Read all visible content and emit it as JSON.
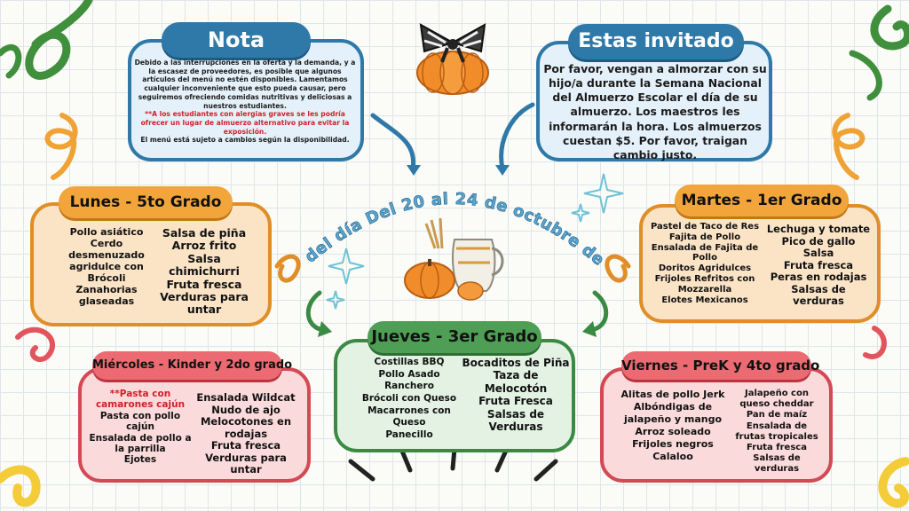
{
  "nota": {
    "title": "Nota",
    "body": "Debido a las interrupciones en la oferta y la demanda, y a la escasez de proveedores, es posible que algunos artículos del menú no estén disponibles. Lamentamos cualquier inconveniente que esto pueda causar, pero seguiremos ofreciendo comidas nutritivas y deliciosas a nuestros estudiantes.",
    "allergy": "**A los estudiantes con alergias graves se les podría ofrecer un lugar de almuerzo alternativo para evitar la exposición.",
    "footer": "El menú está sujeto a cambios según la disponibilidad."
  },
  "invitado": {
    "title": "Estas invitado",
    "body": "Por favor, vengan a almorzar con su hijo/a durante la Semana Nacional del Almuerzo Escolar el día de su almuerzo. Los maestros les informarán la hora. Los almuerzos cuestan $5. Por favor, traigan cambio justo."
  },
  "menu_title": "Menú del día Del 20 al 24 de octubre de 2025",
  "lunes": {
    "title": "Lunes - 5to Grado",
    "left": [
      "Pollo asiático",
      "Cerdo",
      "desmenuzado",
      "agridulce con",
      "Brócoli",
      "Zanahorias",
      "glaseadas"
    ],
    "right": [
      "Salsa de piña",
      "Arroz frito",
      "Salsa",
      "chimichurri",
      "Fruta fresca",
      "Verduras para",
      "untar"
    ]
  },
  "martes": {
    "title": "Martes - 1er Grado",
    "left": [
      "Pastel de Taco de Res",
      "Fajita de Pollo",
      "Ensalada de Fajita de",
      "Pollo",
      "Doritos Agridulces",
      "Frijoles Refritos con",
      "Mozzarella",
      "Elotes Mexicanos"
    ],
    "right": [
      "Lechuga y tomate",
      "Pico de gallo",
      "Salsa",
      "Fruta fresca",
      "Peras en rodajas",
      "Salsas de",
      "verduras"
    ]
  },
  "miercoles": {
    "title": "Miércoles - Kinder y 2do grado",
    "left_red": [
      "**Pasta con",
      "camarones cajún"
    ],
    "left": [
      "Pasta con pollo",
      "cajún",
      "Ensalada de pollo a",
      "la parrilla",
      "Ejotes"
    ],
    "right": [
      "Ensalada Wildcat",
      "Nudo de ajo",
      "Melocotones en",
      "rodajas",
      "Fruta fresca",
      "Verduras para",
      "untar"
    ]
  },
  "jueves": {
    "title": "Jueves - 3er Grado",
    "left": [
      "Costillas BBQ",
      "Pollo Asado",
      "Ranchero",
      "Brócoli con Queso",
      "Macarrones con",
      "Queso",
      "Panecillo"
    ],
    "right": [
      "Bocaditos de Piña",
      "Taza de",
      "Melocotón",
      "Fruta Fresca",
      "Salsas de",
      "Verduras"
    ]
  },
  "viernes": {
    "title": "Viernes - PreK y 4to grado",
    "left": [
      "Alitas de pollo Jerk",
      "Albóndigas de",
      "jalapeño y mango",
      "Arroz soleado",
      "Frijoles negros",
      "Calaloo"
    ],
    "right": [
      "Jalapeño con",
      "queso cheddar",
      "Pan de maíz",
      "Ensalada de",
      "frutas tropicales",
      "Fruta fresca",
      "Salsas de",
      "verduras"
    ]
  },
  "colors": {
    "blue": "#2f79a8",
    "orange": "#f2a53a",
    "pink": "#ec6b72",
    "green": "#4e9f55",
    "red_text": "#d0202a"
  },
  "icons": [
    "pumpkin-bow-icon",
    "pumpkin-pitcher-icon",
    "sparkle-icon",
    "curly-arrow-icon",
    "streamer-icon"
  ]
}
